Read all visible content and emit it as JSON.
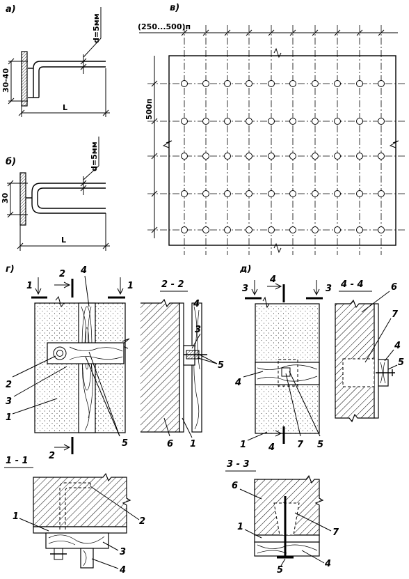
{
  "panels": {
    "a": "а)",
    "b": "б)",
    "v": "в)",
    "g": "г)",
    "d": "д)"
  },
  "dims": {
    "a_height": "30-40",
    "a_length": "L",
    "a_diam": "d=5мм",
    "b_height": "30",
    "b_length": "L",
    "b_diam": "d=5мм",
    "grid_step_x": "(250...500)п",
    "grid_step_y": "500п"
  },
  "sections": {
    "s11": "1 - 1",
    "s22": "2 - 2",
    "s33": "3 - 3",
    "s44": "4 - 4"
  },
  "cut_marks": {
    "c1": "1",
    "c2": "2",
    "c3": "3",
    "c4": "4"
  },
  "callouts": {
    "n1": "1",
    "n2": "2",
    "n3": "3",
    "n4": "4",
    "n5": "5",
    "n6": "6",
    "n7": "7"
  }
}
